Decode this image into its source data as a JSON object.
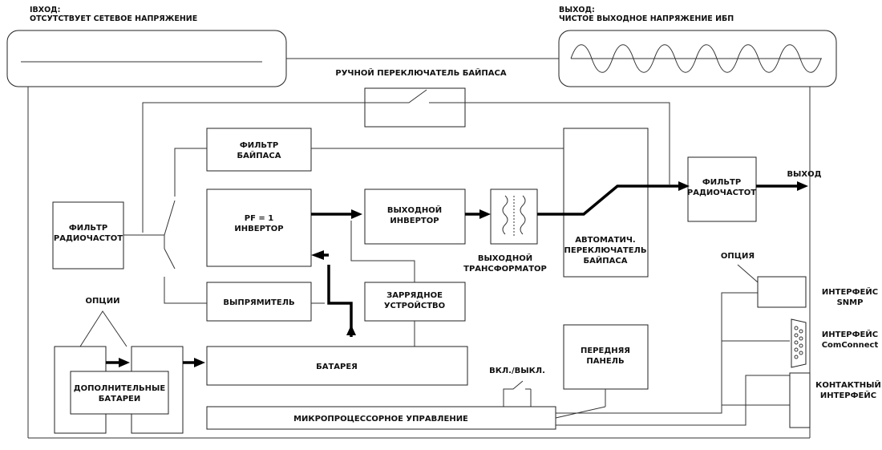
{
  "input_header": [
    "IВХОД:",
    "ОТСУТСТВУЕТ СЕТЕВОЕ НАПРЯЖЕНИЕ"
  ],
  "output_header": [
    "ВЫХОД:",
    "ЧИСТОЕ ВЫХОДНОЕ НАПРЯЖЕНИЕ ИБП"
  ],
  "bypass_switch_label": "РУЧНОЙ ПЕРЕКЛЮЧАТЕЛЬ БАЙПАСА",
  "bypass_filter": [
    "ФИЛЬТР",
    "БАЙПАСА"
  ],
  "rf_filter_in": [
    "ФИЛЬТР",
    "РАДИОЧАСТОТ"
  ],
  "inverter": [
    "PF = 1",
    "ИНВЕРТОР"
  ],
  "output_inverter": [
    "ВЫХОДНОЙ",
    "ИНВЕРТОР"
  ],
  "output_transformer": [
    "ВЫХОДНОЙ",
    "ТРАНСФОРМАТОР"
  ],
  "auto_bypass": [
    "АВТОМАТИЧ.",
    "ПЕРЕКЛЮЧАТЕЛЬ",
    "БАЙПАСА"
  ],
  "rf_filter_out": [
    "ФИЛЬТР",
    "РАДИОЧАСТОТ"
  ],
  "output_label": "ВЫХОД",
  "rectifier": "ВЫПРЯМИТЕЛЬ",
  "charger": [
    "ЗАРРЯДНОЕ",
    "УСТРОЙСТВО"
  ],
  "options": "ОПЦИИ",
  "extra_batteries": [
    "ДОПОЛНИТЕЛЬНЫЕ",
    "БАТАРЕИ"
  ],
  "battery": "БАТАРЕЯ",
  "front_panel": [
    "ПЕРЕДНЯЯ",
    "ПАНЕЛЬ"
  ],
  "onoff": "ВКЛ./ВЫКЛ.",
  "microprocessor": "МИКРОПРОЦЕССОРНОЕ УПРАВЛЕНИЕ",
  "option_label": "ОПЦИЯ",
  "snmp": [
    "ИНТЕРФЕЙС",
    "SNMP"
  ],
  "comconnect": [
    "ИНТЕРФЕЙС",
    "ComConnect"
  ],
  "contact": [
    "КОНТАКТНЫЙ",
    "ИНТЕРФЕЙС"
  ]
}
